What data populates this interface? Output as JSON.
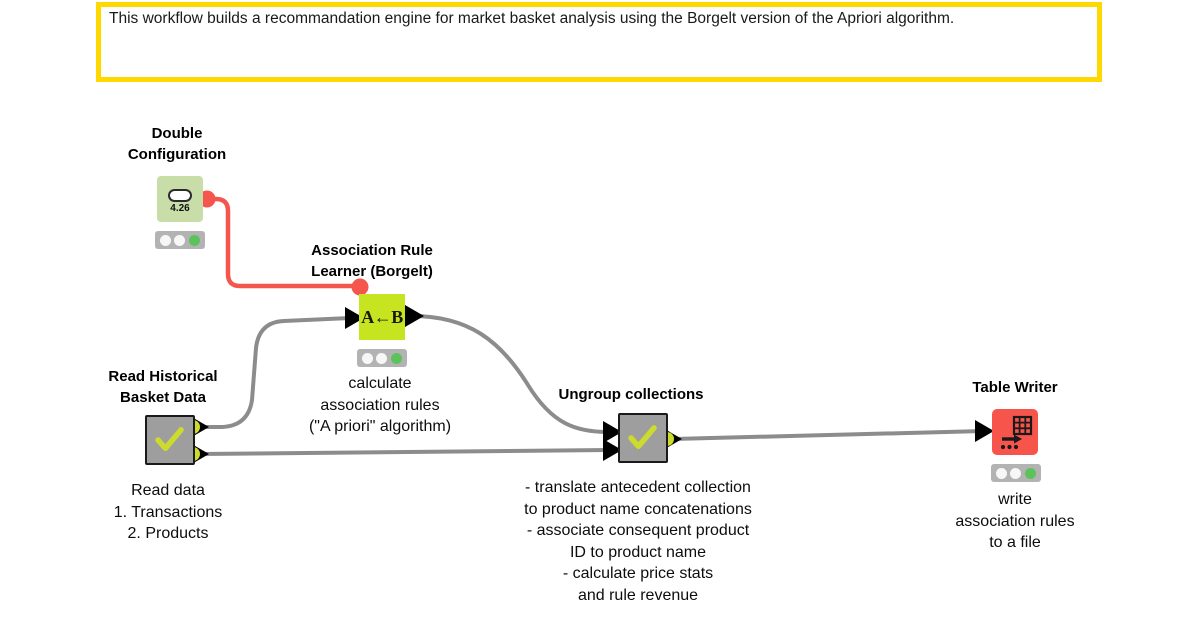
{
  "annotation": {
    "text": "This workflow builds a recommandation engine for market basket analysis using the Borgelt version of the Apriori algorithm.",
    "border_color": "#FFD800",
    "background": "#FFFFFF"
  },
  "canvas": {
    "background": "#FFFFFF",
    "connection_color": "#8C8C8C",
    "flow_variable_color": "#F4554C"
  },
  "nodes": [
    {
      "id": "double-configuration",
      "title": "Double\nConfiguration",
      "sub_label": "",
      "icon": "double-configuration-icon",
      "icon_value": "4.26",
      "node_color": "#C9DDA8",
      "status": [
        "idle",
        "idle",
        "executed"
      ]
    },
    {
      "id": "association-rule-learner-borgelt",
      "title": "Association Rule\nLearner (Borgelt)",
      "sub_label": "calculate\nassociation rules\n(\"A priori\" algorithm)",
      "icon": "association-rule-learner-icon",
      "icon_value": "A←B",
      "node_color": "#C6E520",
      "status": [
        "idle",
        "idle",
        "executed"
      ]
    },
    {
      "id": "read-historical-basket-data",
      "title": "Read Historical\nBasket Data",
      "sub_label": "Read data\n1. Transactions\n2. Products",
      "icon": "metanode-check-icon",
      "icon_value": "",
      "node_color": "#9E9E9E",
      "status": []
    },
    {
      "id": "ungroup-collections",
      "title": "Ungroup collections",
      "sub_label": "- translate antecedent collection\nto product name concatenations\n- associate consequent product\nID to product name\n- calculate price stats\nand rule revenue",
      "icon": "metanode-check-icon",
      "icon_value": "",
      "node_color": "#9E9E9E",
      "status": []
    },
    {
      "id": "table-writer",
      "title": "Table Writer",
      "sub_label": "write\nassociation rules\nto a file",
      "icon": "table-writer-icon",
      "icon_value": "",
      "node_color": "#F7554B",
      "status": [
        "idle",
        "idle",
        "executed"
      ]
    }
  ],
  "connections": [
    {
      "from": "double-configuration",
      "to": "association-rule-learner-borgelt",
      "type": "flow-variable",
      "color": "#F4554C"
    },
    {
      "from": "read-historical-basket-data",
      "to": "association-rule-learner-borgelt",
      "type": "data",
      "color": "#8C8C8C"
    },
    {
      "from": "read-historical-basket-data",
      "to": "ungroup-collections",
      "type": "data",
      "color": "#8C8C8C"
    },
    {
      "from": "association-rule-learner-borgelt",
      "to": "ungroup-collections",
      "type": "data",
      "color": "#8C8C8C"
    },
    {
      "from": "ungroup-collections",
      "to": "table-writer",
      "type": "data",
      "color": "#8C8C8C"
    }
  ]
}
